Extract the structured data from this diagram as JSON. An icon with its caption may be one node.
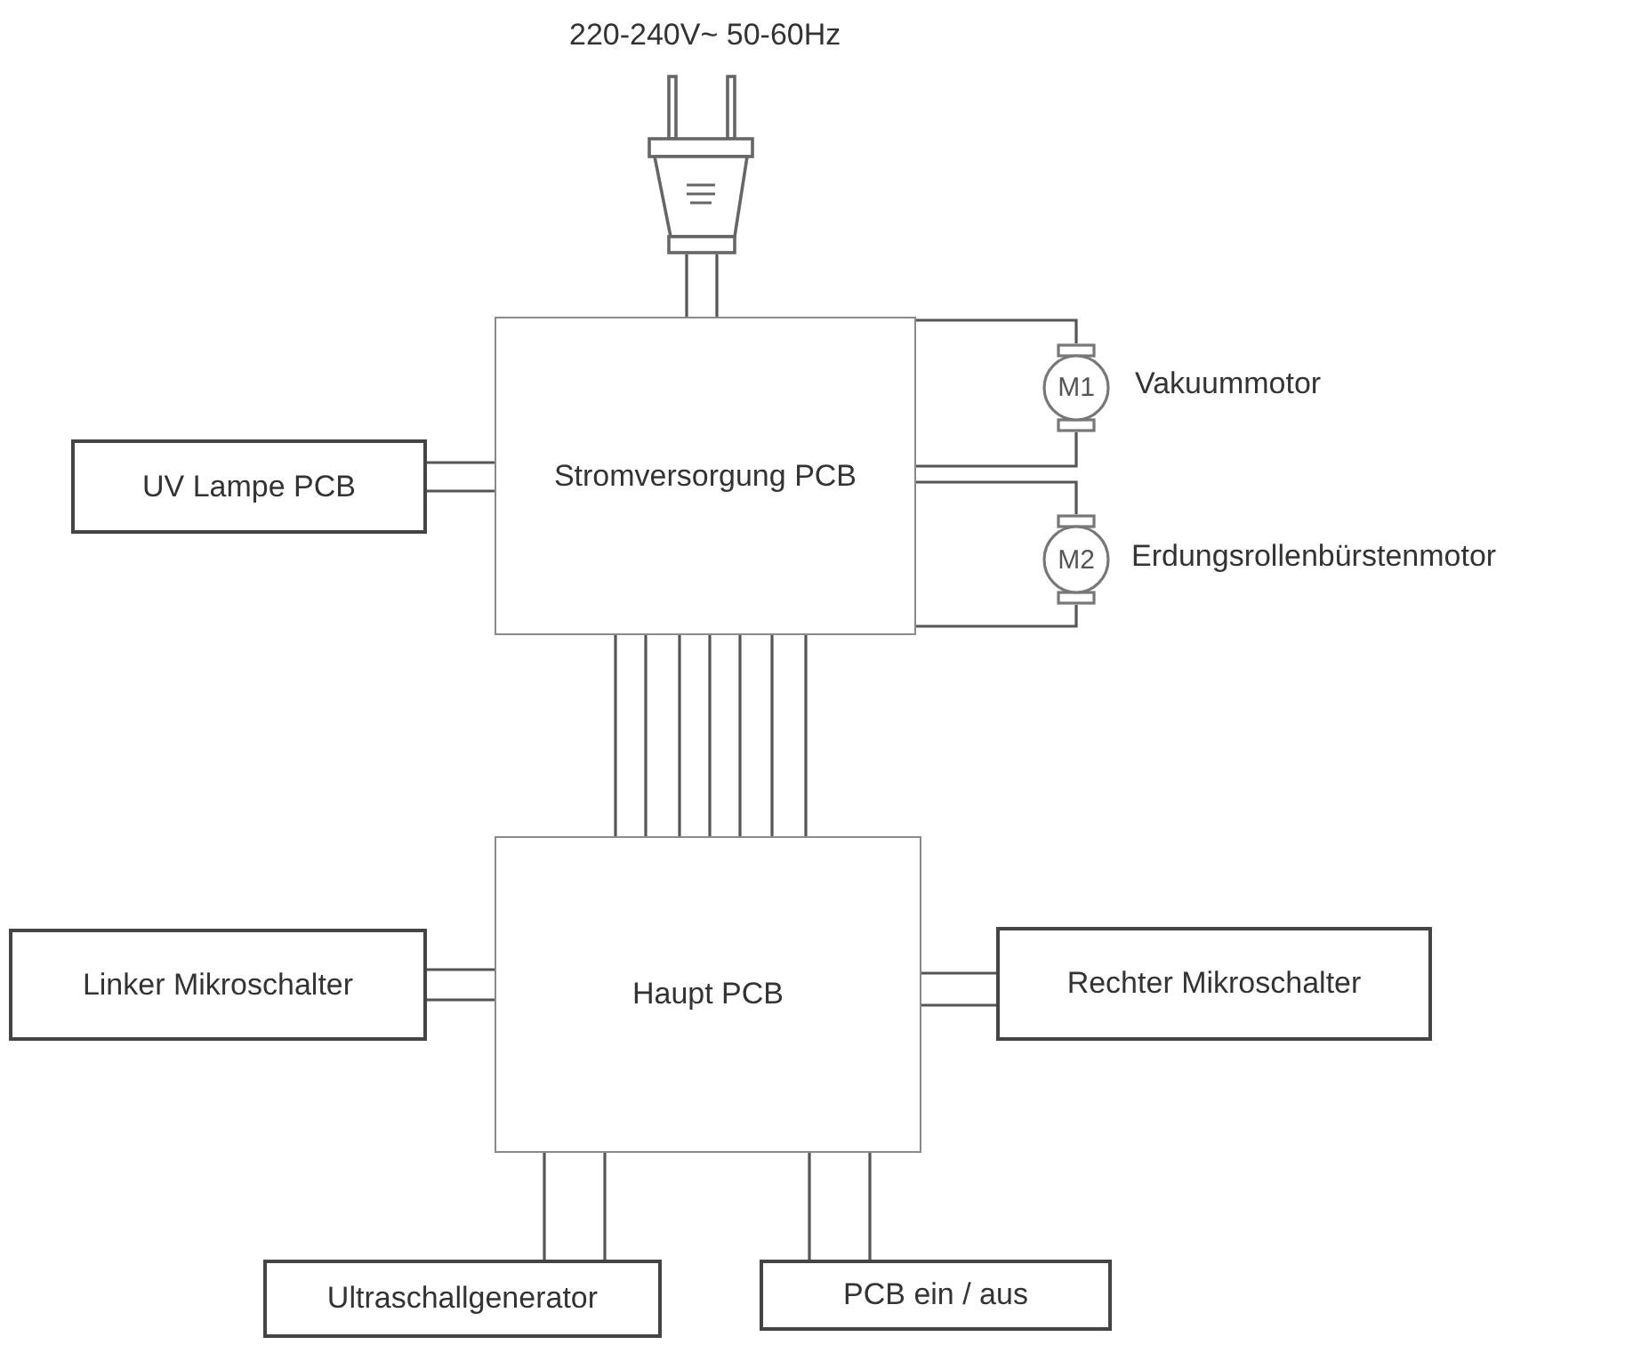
{
  "diagram": {
    "nodes": [
      {
        "text": [],
        "shape": "plug",
        "beside": [
          "220-240V~ 50-60Hz"
        ]
      },
      {
        "text": [
          "Stromversorgung PCB"
        ]
      },
      {
        "text": [
          "UV Lampe PCB"
        ]
      },
      {
        "text": [
          "M1"
        ],
        "beside": [
          "Vakuummotor"
        ]
      },
      {
        "text": [
          "M2"
        ],
        "beside": [
          "Erdungsrollenbürstenmotor"
        ]
      },
      {
        "text": [
          "Haupt PCB"
        ]
      },
      {
        "text": [
          "Linker Mikroschalter"
        ]
      },
      {
        "text": [
          "Rechter Mikroschalter"
        ]
      },
      {
        "text": [
          "Ultraschallgenerator"
        ]
      },
      {
        "text": [
          "PCB ein / aus"
        ]
      }
    ],
    "edges": [
      {
        "from": 0,
        "to": 1,
        "arrow": "none"
      },
      {
        "from": 0,
        "to": 1,
        "arrow": "none"
      },
      {
        "from": 2,
        "to": 1,
        "arrow": "none"
      },
      {
        "from": 2,
        "to": 1,
        "arrow": "none"
      },
      {
        "from": 1,
        "to": 3,
        "arrow": "none"
      },
      {
        "from": 1,
        "to": 3,
        "arrow": "none"
      },
      {
        "from": 1,
        "to": 4,
        "arrow": "none"
      },
      {
        "from": 1,
        "to": 4,
        "arrow": "none"
      },
      {
        "from": 1,
        "to": 5,
        "arrow": "none"
      },
      {
        "from": 1,
        "to": 5,
        "arrow": "none"
      },
      {
        "from": 1,
        "to": 5,
        "arrow": "none"
      },
      {
        "from": 1,
        "to": 5,
        "arrow": "none"
      },
      {
        "from": 1,
        "to": 5,
        "arrow": "none"
      },
      {
        "from": 1,
        "to": 5,
        "arrow": "none"
      },
      {
        "from": 1,
        "to": 5,
        "arrow": "none"
      },
      {
        "from": 6,
        "to": 5,
        "arrow": "none"
      },
      {
        "from": 6,
        "to": 5,
        "arrow": "none"
      },
      {
        "from": 5,
        "to": 7,
        "arrow": "none"
      },
      {
        "from": 5,
        "to": 7,
        "arrow": "none"
      },
      {
        "from": 5,
        "to": 8,
        "arrow": "none"
      },
      {
        "from": 5,
        "to": 8,
        "arrow": "none"
      },
      {
        "from": 5,
        "to": 9,
        "arrow": "none"
      },
      {
        "from": 5,
        "to": 9,
        "arrow": "none"
      }
    ]
  }
}
